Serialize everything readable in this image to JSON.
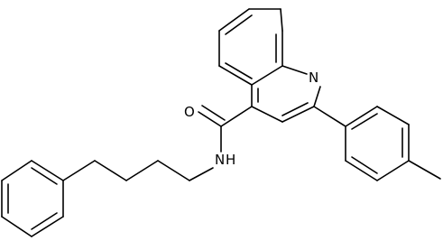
{
  "atoms": {
    "oxygen": "O",
    "ring_nitrogen": "N",
    "amide_nitrogen": "N",
    "amide_hydrogen": "H"
  },
  "colors": {
    "bond": "#000000",
    "background": "#ffffff"
  }
}
